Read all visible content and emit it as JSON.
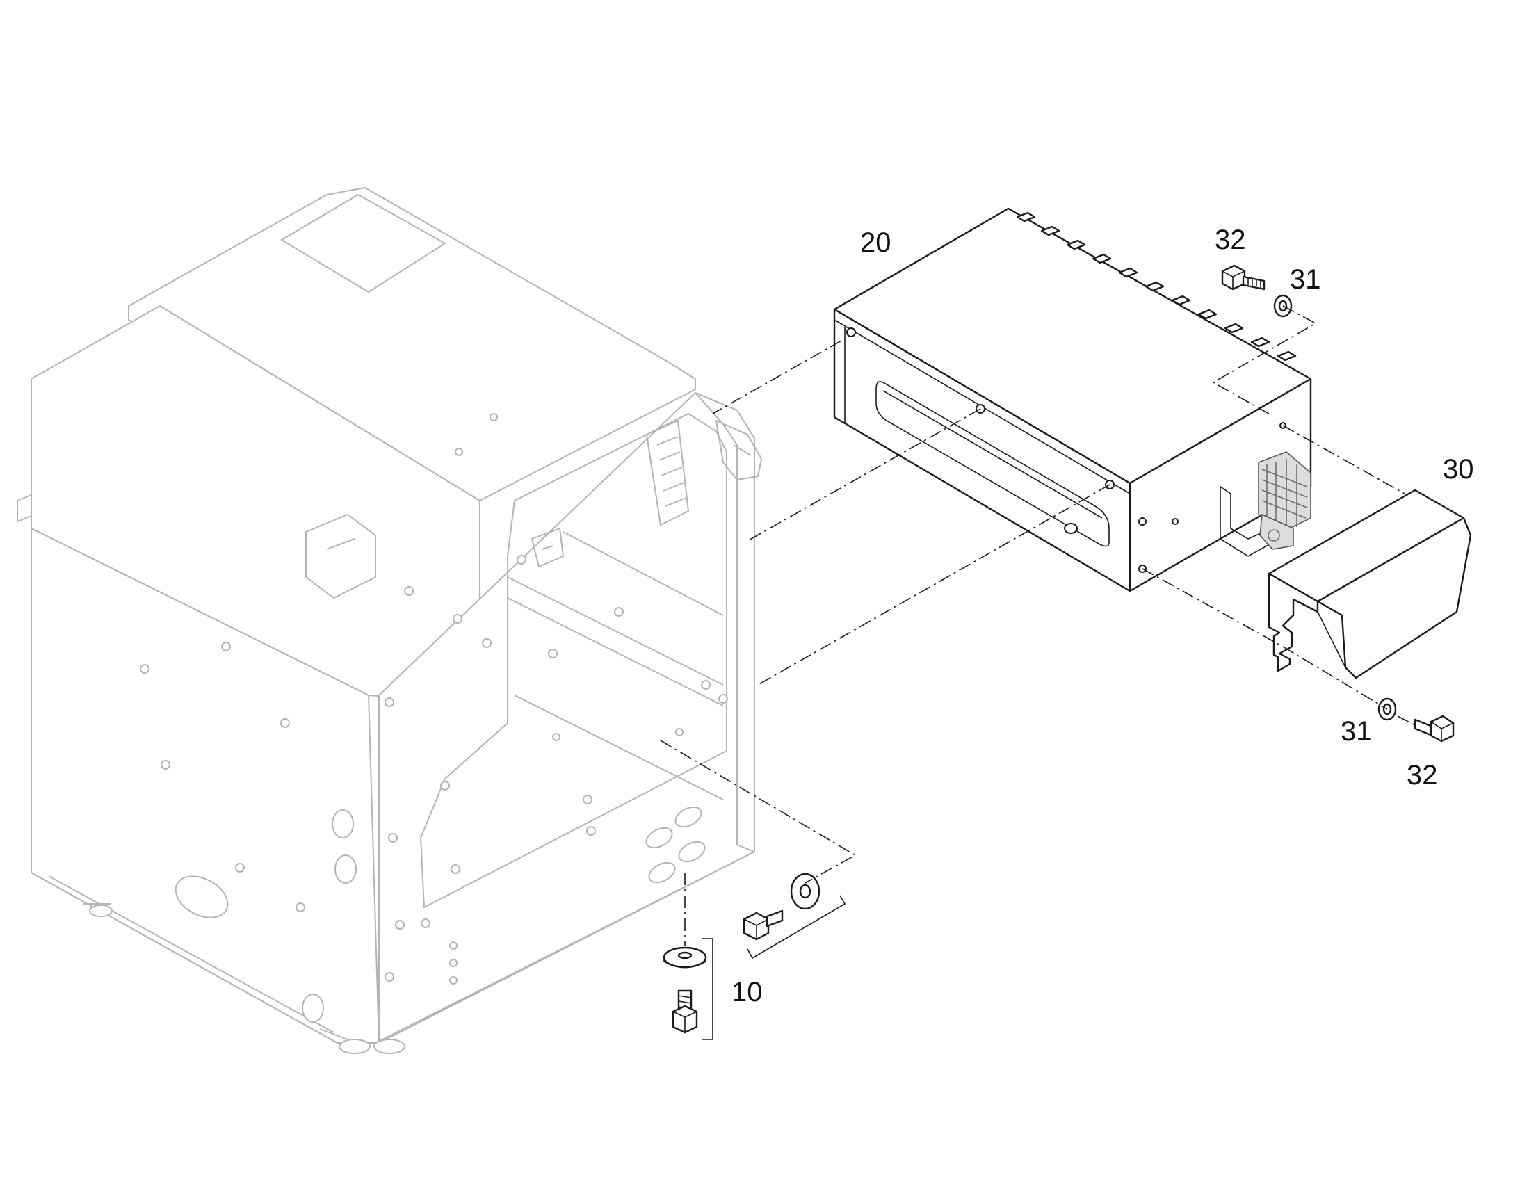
{
  "callouts": {
    "housing_assembly": "10",
    "control_box": "20",
    "cover": "30",
    "washer_top": "31",
    "bolt_top": "32",
    "washer_bottom": "31",
    "bolt_bottom": "32"
  }
}
